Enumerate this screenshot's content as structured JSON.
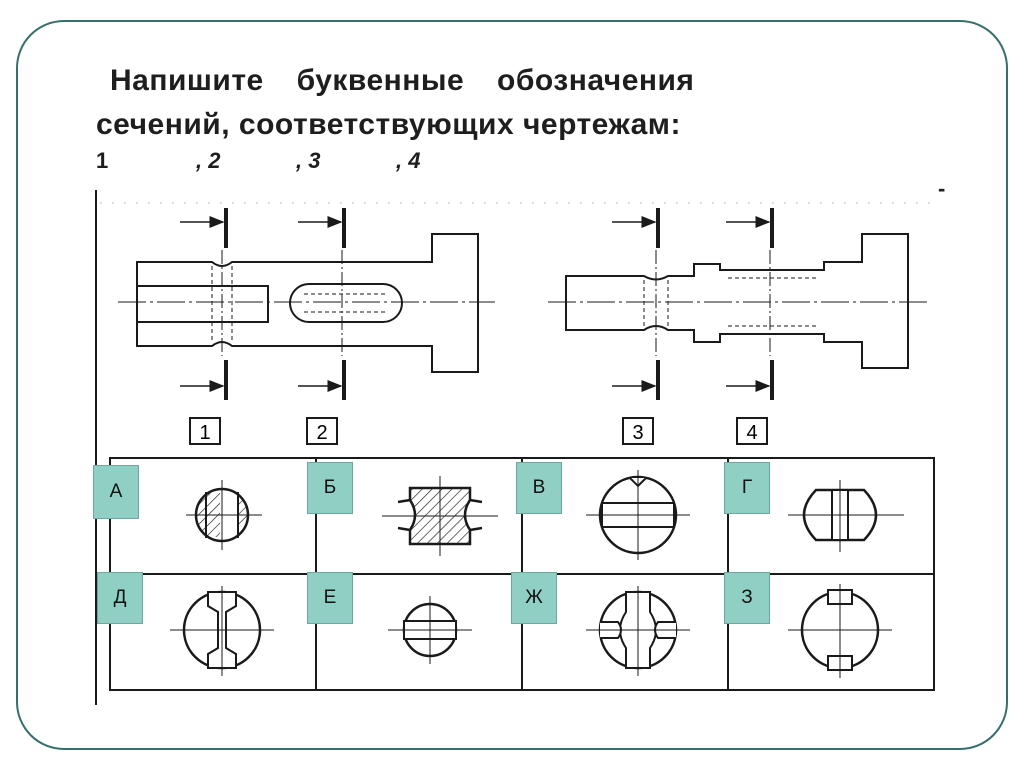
{
  "title": {
    "line1": "Напишите буквенные обозначения",
    "line2": "сечений, соответствующих чертежам:"
  },
  "answers": {
    "n1": "1",
    "n2": ", 2",
    "n3": ", 3",
    "n4": ", 4"
  },
  "dash": "-",
  "cut_labels": [
    "1",
    "2",
    "3",
    "4"
  ],
  "section_letters": [
    "А",
    "Б",
    "В",
    "Г",
    "Д",
    "Е",
    "Ж",
    "З"
  ],
  "colors": {
    "frame": "#35706a",
    "letter_box": "#8fcfc4",
    "ink": "#1a1a1a"
  }
}
